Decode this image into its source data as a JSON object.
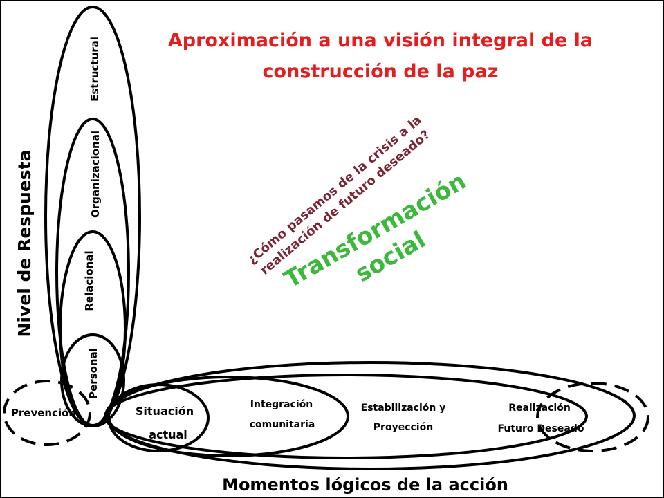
{
  "title": {
    "line1": "Aproximación a una visión integral de la",
    "line2": "construcción de la paz"
  },
  "question": {
    "line1": "¿Cómo pasamos de la crisis a la",
    "line2": "realización de futuro deseado?"
  },
  "transformation": {
    "line1": "Transformación",
    "line2": "social"
  },
  "y_axis_label": "Nivel de Respuesta",
  "x_axis_label": "Momentos lógicos de la acción",
  "response_levels": {
    "personal": "Personal",
    "relacional": "Relacional",
    "organizacional": "Organizacional",
    "estructural": "Estructural"
  },
  "moments": {
    "prevencion": "Prevención",
    "situacion_line1": "Situación",
    "situacion_line2": "actual",
    "integracion_line1": "Integración",
    "integracion_line2": "comunitaria",
    "estabilizacion_line1": "Estabilización y",
    "estabilizacion_line2": "Proyección",
    "realizacion_line1": "Realización",
    "realizacion_line2": "Futuro Deseado"
  },
  "colors": {
    "title": "#e41e1e",
    "question": "#7b2433",
    "transformation": "#3cb83c",
    "lines": "#000000"
  }
}
